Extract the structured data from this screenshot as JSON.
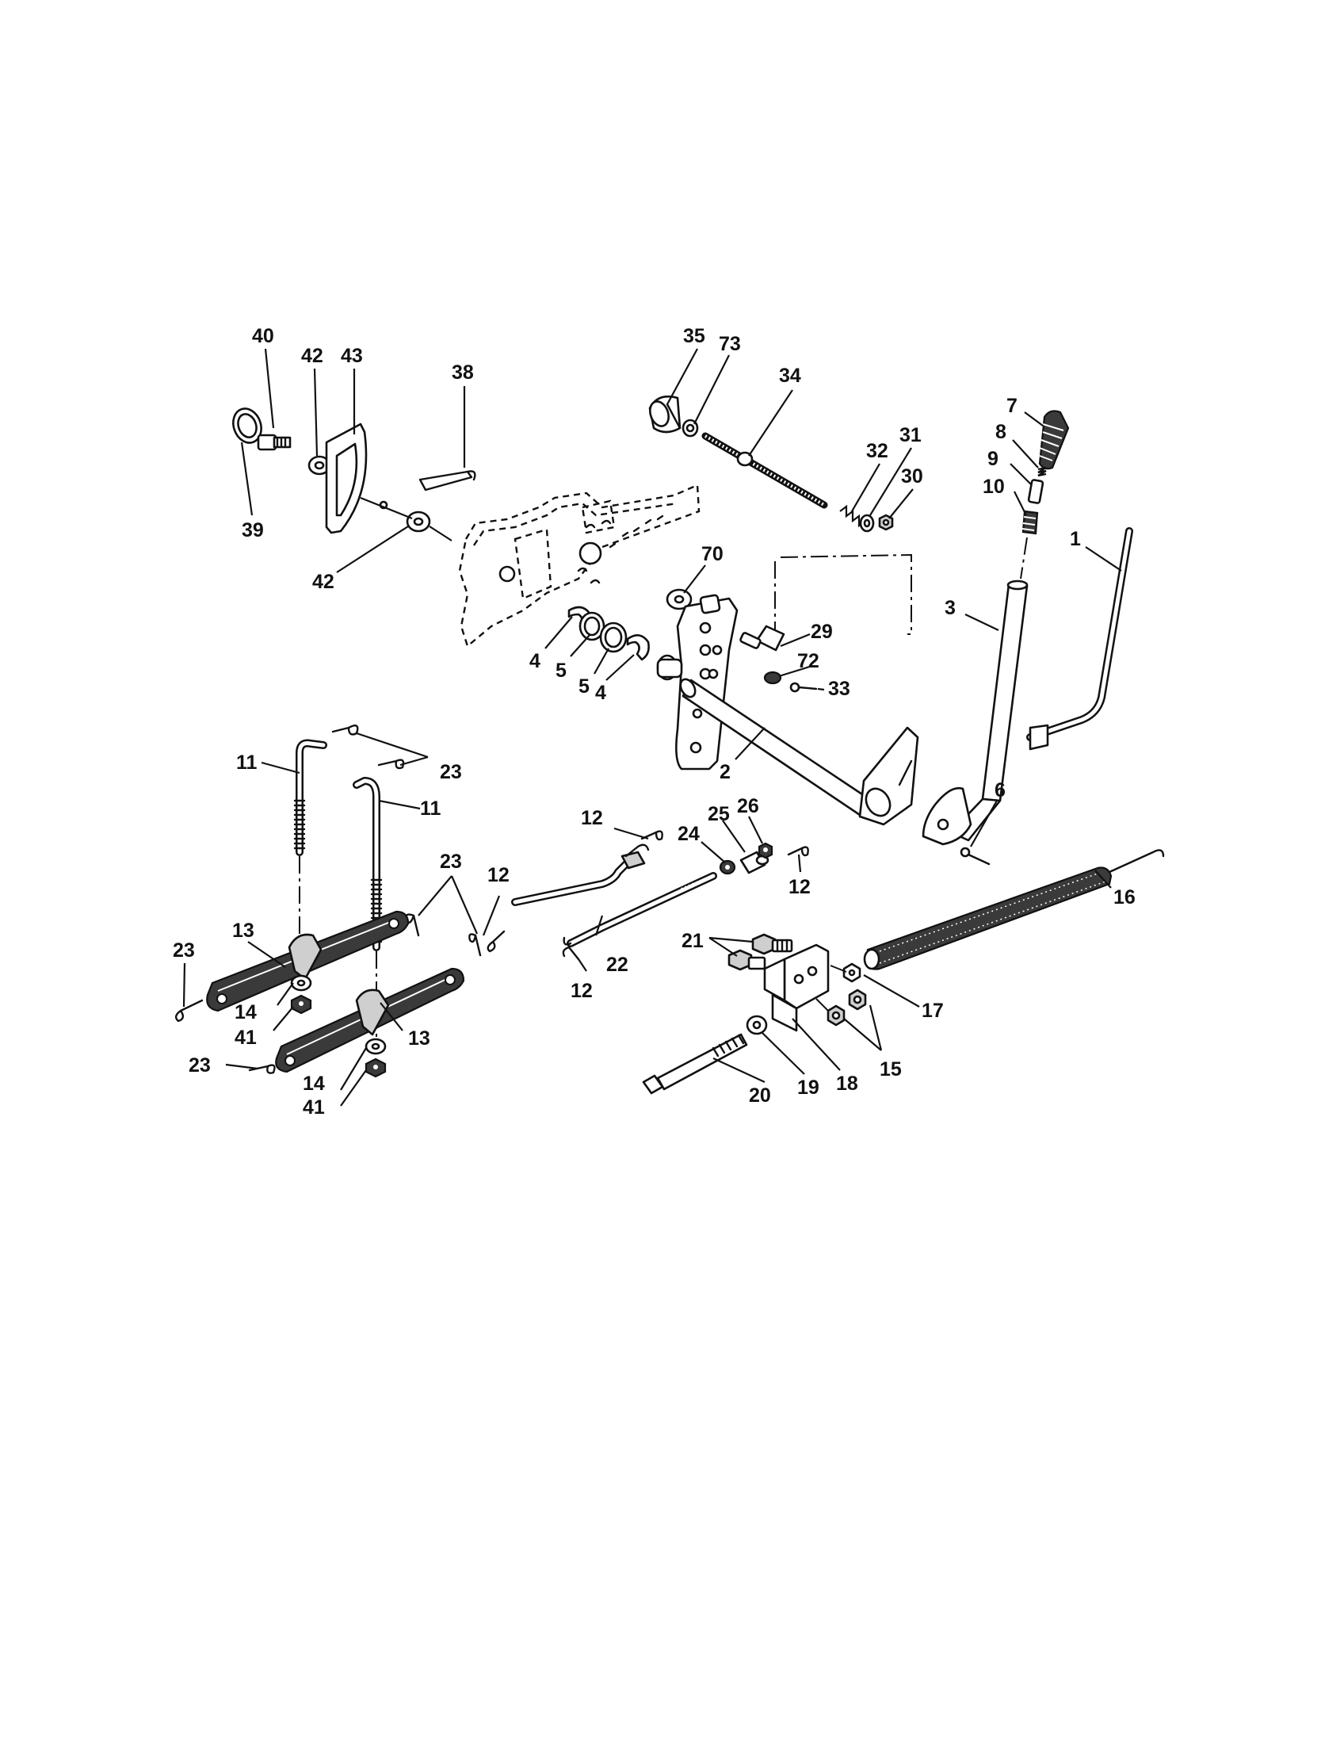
{
  "diagram": {
    "callouts": [
      {
        "id": "c40",
        "text": "40"
      },
      {
        "id": "c42a",
        "text": "42"
      },
      {
        "id": "c43",
        "text": "43"
      },
      {
        "id": "c38",
        "text": "38"
      },
      {
        "id": "c39",
        "text": "39"
      },
      {
        "id": "c42b",
        "text": "42"
      },
      {
        "id": "c35",
        "text": "35"
      },
      {
        "id": "c73",
        "text": "73"
      },
      {
        "id": "c34",
        "text": "34"
      },
      {
        "id": "c32",
        "text": "32"
      },
      {
        "id": "c31",
        "text": "31"
      },
      {
        "id": "c30",
        "text": "30"
      },
      {
        "id": "c7",
        "text": "7"
      },
      {
        "id": "c8",
        "text": "8"
      },
      {
        "id": "c9",
        "text": "9"
      },
      {
        "id": "c10",
        "text": "10"
      },
      {
        "id": "c1",
        "text": "1"
      },
      {
        "id": "c3",
        "text": "3"
      },
      {
        "id": "c70",
        "text": "70"
      },
      {
        "id": "c29",
        "text": "29"
      },
      {
        "id": "c72",
        "text": "72"
      },
      {
        "id": "c33",
        "text": "33"
      },
      {
        "id": "c4a",
        "text": "4"
      },
      {
        "id": "c5a",
        "text": "5"
      },
      {
        "id": "c5b",
        "text": "5"
      },
      {
        "id": "c4b",
        "text": "4"
      },
      {
        "id": "c2",
        "text": "2"
      },
      {
        "id": "c6",
        "text": "6"
      },
      {
        "id": "c11a",
        "text": "11"
      },
      {
        "id": "c11b",
        "text": "11"
      },
      {
        "id": "c23a",
        "text": "23"
      },
      {
        "id": "c23b",
        "text": "23"
      },
      {
        "id": "c12a",
        "text": "12"
      },
      {
        "id": "c12b",
        "text": "12"
      },
      {
        "id": "c24",
        "text": "24"
      },
      {
        "id": "c25",
        "text": "25"
      },
      {
        "id": "c26",
        "text": "26"
      },
      {
        "id": "c12c",
        "text": "12"
      },
      {
        "id": "c16",
        "text": "16"
      },
      {
        "id": "c13a",
        "text": "13"
      },
      {
        "id": "c23c",
        "text": "23"
      },
      {
        "id": "c14a",
        "text": "14"
      },
      {
        "id": "c41a",
        "text": "41"
      },
      {
        "id": "c13b",
        "text": "13"
      },
      {
        "id": "c23d",
        "text": "23"
      },
      {
        "id": "c14b",
        "text": "14"
      },
      {
        "id": "c41b",
        "text": "41"
      },
      {
        "id": "c22",
        "text": "22"
      },
      {
        "id": "c12d",
        "text": "12"
      },
      {
        "id": "c21",
        "text": "21"
      },
      {
        "id": "c17",
        "text": "17"
      },
      {
        "id": "c15",
        "text": "15"
      },
      {
        "id": "c18",
        "text": "18"
      },
      {
        "id": "c19",
        "text": "19"
      },
      {
        "id": "c20",
        "text": "20"
      }
    ]
  }
}
